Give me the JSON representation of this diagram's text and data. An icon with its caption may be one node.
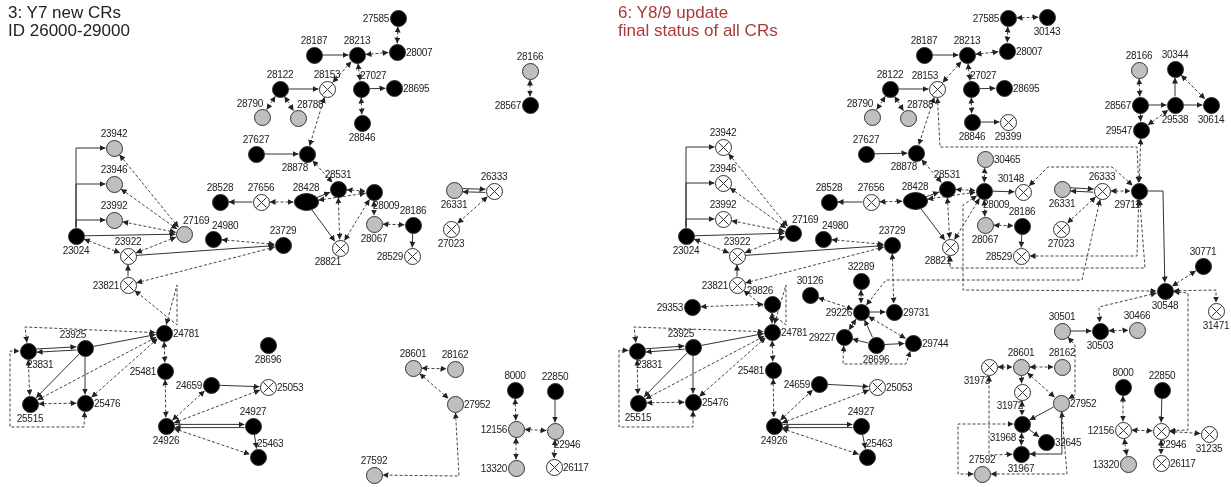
{
  "diagram": {
    "nodes": [
      {
        "text": [
          "27585"
        ]
      },
      {
        "text": [
          "28187"
        ]
      },
      {
        "text": [
          "28213"
        ]
      },
      {
        "text": [
          "28007"
        ]
      },
      {
        "text": [
          "28122"
        ]
      },
      {
        "text": [
          "28153"
        ]
      },
      {
        "text": [
          "27027"
        ]
      },
      {
        "text": [
          "28695"
        ]
      },
      {
        "text": [
          "28790"
        ]
      },
      {
        "text": [
          "28788"
        ]
      },
      {
        "text": [
          "28846"
        ]
      },
      {
        "text": [
          "28166"
        ]
      },
      {
        "text": [
          "28567"
        ]
      },
      {
        "text": [
          "27627"
        ]
      },
      {
        "text": [
          "28878"
        ]
      },
      {
        "text": [
          "23942"
        ]
      },
      {
        "text": [
          "23946"
        ]
      },
      {
        "text": [
          "23992"
        ]
      },
      {
        "text": [
          "28531"
        ]
      },
      {
        "text": [
          "28009"
        ]
      },
      {
        "text": [
          "28428"
        ]
      },
      {
        "text": [
          "27656"
        ]
      },
      {
        "text": [
          "28528"
        ]
      },
      {
        "text": [
          "26333"
        ]
      },
      {
        "text": [
          "26331"
        ]
      },
      {
        "text": [
          "27169"
        ]
      },
      {
        "text": [
          "24980"
        ]
      },
      {
        "text": [
          "23729"
        ]
      },
      {
        "text": [
          "28067"
        ]
      },
      {
        "text": [
          "28186"
        ]
      },
      {
        "text": [
          "23024"
        ]
      },
      {
        "text": [
          "23922"
        ]
      },
      {
        "text": [
          "28821"
        ]
      },
      {
        "text": [
          "28529"
        ]
      },
      {
        "text": [
          "27023"
        ]
      },
      {
        "text": [
          "23821"
        ]
      },
      {
        "text": [
          "24781"
        ]
      },
      {
        "text": [
          "23925"
        ]
      },
      {
        "text": [
          "23831"
        ]
      },
      {
        "text": [
          "25481"
        ]
      },
      {
        "text": [
          "28696"
        ]
      },
      {
        "text": [
          "24659"
        ]
      },
      {
        "text": [
          "25053"
        ]
      },
      {
        "text": [
          "25515"
        ]
      },
      {
        "text": [
          "25476"
        ]
      },
      {
        "text": [
          "24927"
        ]
      },
      {
        "text": [
          "24926"
        ]
      },
      {
        "text": [
          "25463"
        ]
      },
      {
        "text": [
          "28601"
        ]
      },
      {
        "text": [
          "28162"
        ]
      },
      {
        "text": [
          "27952"
        ]
      },
      {
        "text": [
          "8000"
        ]
      },
      {
        "text": [
          "22850"
        ]
      },
      {
        "text": [
          "12156"
        ]
      },
      {
        "text": [
          "22946"
        ]
      },
      {
        "text": [
          "27592"
        ]
      },
      {
        "text": [
          "13320"
        ]
      },
      {
        "text": [
          "26117"
        ]
      },
      {
        "text": [
          "27585"
        ]
      },
      {
        "text": [
          "30143"
        ]
      },
      {
        "text": [
          "28187"
        ]
      },
      {
        "text": [
          "28213"
        ]
      },
      {
        "text": [
          "28007"
        ]
      },
      {
        "text": [
          "28122"
        ]
      },
      {
        "text": [
          "28153"
        ]
      },
      {
        "text": [
          "27027"
        ]
      },
      {
        "text": [
          "28695"
        ]
      },
      {
        "text": [
          "28790"
        ]
      },
      {
        "text": [
          "28788"
        ]
      },
      {
        "text": [
          "28846"
        ]
      },
      {
        "text": [
          "29399"
        ]
      },
      {
        "text": [
          "28166"
        ]
      },
      {
        "text": [
          "30344"
        ]
      },
      {
        "text": [
          "28567"
        ]
      },
      {
        "text": [
          "29538"
        ]
      },
      {
        "text": [
          "30614"
        ]
      },
      {
        "text": [
          "29547"
        ]
      },
      {
        "text": [
          "27627"
        ]
      },
      {
        "text": [
          "28878"
        ]
      },
      {
        "text": [
          "23942"
        ]
      },
      {
        "text": [
          "23946"
        ]
      },
      {
        "text": [
          "23992"
        ]
      },
      {
        "text": [
          "30465"
        ]
      },
      {
        "text": [
          "28531"
        ]
      },
      {
        "text": [
          "28009"
        ]
      },
      {
        "text": [
          "30148"
        ]
      },
      {
        "text": [
          "28428"
        ]
      },
      {
        "text": [
          "27656"
        ]
      },
      {
        "text": [
          "28528"
        ]
      },
      {
        "text": [
          "26331"
        ]
      },
      {
        "text": [
          "26333"
        ]
      },
      {
        "text": [
          "29711"
        ]
      },
      {
        "text": [
          "28186"
        ]
      },
      {
        "text": [
          "28067"
        ]
      },
      {
        "text": [
          "27169"
        ]
      },
      {
        "text": [
          "24980"
        ]
      },
      {
        "text": [
          "23729"
        ]
      },
      {
        "text": [
          "27023"
        ]
      },
      {
        "text": [
          "23024"
        ]
      },
      {
        "text": [
          "23922"
        ]
      },
      {
        "text": [
          "28821"
        ]
      },
      {
        "text": [
          "28529"
        ]
      },
      {
        "text": [
          "30771"
        ]
      },
      {
        "text": [
          "32289"
        ]
      },
      {
        "text": [
          "30126"
        ]
      },
      {
        "text": [
          "23821"
        ]
      },
      {
        "text": [
          "30548"
        ]
      },
      {
        "text": [
          "29353"
        ]
      },
      {
        "text": [
          "29826"
        ]
      },
      {
        "text": [
          "29226"
        ]
      },
      {
        "text": [
          "29731"
        ]
      },
      {
        "text": [
          "31471"
        ]
      },
      {
        "text": [
          "24781"
        ]
      },
      {
        "text": [
          "23925"
        ]
      },
      {
        "text": [
          "23831"
        ]
      },
      {
        "text": [
          "29227"
        ]
      },
      {
        "text": [
          "28696"
        ]
      },
      {
        "text": [
          "29744"
        ]
      },
      {
        "text": [
          "30501"
        ]
      },
      {
        "text": [
          "30503"
        ]
      },
      {
        "text": [
          "30466"
        ]
      },
      {
        "text": [
          "25481"
        ]
      },
      {
        "text": [
          "24659"
        ]
      },
      {
        "text": [
          "25053"
        ]
      },
      {
        "text": [
          "31973"
        ]
      },
      {
        "text": [
          "28601"
        ]
      },
      {
        "text": [
          "28162"
        ]
      },
      {
        "text": [
          "31972"
        ]
      },
      {
        "text": [
          "27952"
        ]
      },
      {
        "text": [
          "25515"
        ]
      },
      {
        "text": [
          "25476"
        ]
      },
      {
        "text": [
          "8000"
        ]
      },
      {
        "text": [
          "22850"
        ]
      },
      {
        "text": [
          "31968"
        ]
      },
      {
        "text": [
          "32645"
        ]
      },
      {
        "text": [
          "12156"
        ]
      },
      {
        "text": [
          "22946"
        ]
      },
      {
        "text": [
          "31235"
        ]
      },
      {
        "text": [
          "24927"
        ]
      },
      {
        "text": [
          "24926"
        ]
      },
      {
        "text": [
          "25463"
        ]
      },
      {
        "text": [
          "31967"
        ]
      },
      {
        "text": [
          "27592"
        ]
      },
      {
        "text": [
          "13320"
        ]
      },
      {
        "text": [
          "26117"
        ]
      }
    ],
    "edges": [
      {
        "from": 0,
        "to": 3,
        "arrow": "both",
        "style": "dashed"
      },
      {
        "from": 1,
        "to": 2,
        "arrow": "to"
      },
      {
        "from": 2,
        "to": 3,
        "arrow": "both",
        "style": "dashed"
      },
      {
        "from": 4,
        "to": 5,
        "arrow": "to"
      },
      {
        "from": 5,
        "to": 2,
        "arrow": "both",
        "style": "dashed"
      },
      {
        "from": 2,
        "to": 6,
        "arrow": "both",
        "style": "dashed"
      },
      {
        "from": 6,
        "to": 7,
        "arrow": "to"
      },
      {
        "from": 6,
        "to": 10,
        "arrow": "both",
        "style": "dashed"
      },
      {
        "from": 4,
        "to": 8,
        "arrow": "both",
        "style": "dashed"
      },
      {
        "from": 4,
        "to": 9,
        "arrow": "both",
        "style": "dashed"
      },
      {
        "from": 11,
        "to": 12,
        "arrow": "both",
        "style": "dashed"
      },
      {
        "from": 5,
        "to": 14,
        "arrow": "both",
        "style": "dashed"
      },
      {
        "from": 13,
        "to": 14,
        "arrow": "to"
      },
      {
        "from": 14,
        "to": 18,
        "arrow": "both",
        "style": "dashed"
      },
      {
        "from": 20,
        "to": 18,
        "arrow": "to"
      },
      {
        "from": 18,
        "to": 19,
        "arrow": "both",
        "style": "dashed"
      },
      {
        "from": 20,
        "to": 19,
        "arrow": "both",
        "style": "dashed"
      },
      {
        "from": 20,
        "to": 32,
        "arrow": "to"
      },
      {
        "from": 18,
        "to": 32,
        "arrow": "both",
        "style": "dashed"
      },
      {
        "from": 19,
        "to": 32,
        "arrow": "both",
        "style": "dashed"
      },
      {
        "from": 19,
        "to": 28,
        "arrow": "both",
        "style": "dashed"
      },
      {
        "from": 28,
        "to": 29,
        "arrow": "both",
        "style": "dashed"
      },
      {
        "from": 29,
        "to": 33,
        "arrow": "to"
      },
      {
        "from": 20,
        "to": 21,
        "arrow": "both",
        "style": "dashed"
      },
      {
        "from": 21,
        "to": 22,
        "arrow": "to"
      },
      {
        "from": 24,
        "to": 23,
        "arrow": "both"
      },
      {
        "from": 23,
        "to": 34,
        "arrow": "both",
        "style": "dashed"
      },
      {
        "from": 30,
        "to": 15,
        "arrow": "to"
      },
      {
        "from": 30,
        "to": 16,
        "arrow": "to"
      },
      {
        "from": 30,
        "to": 17,
        "arrow": "to"
      },
      {
        "from": 30,
        "to": 25,
        "arrow": "to"
      },
      {
        "from": 25,
        "to": 15,
        "arrow": "both",
        "style": "dashed"
      },
      {
        "from": 25,
        "to": 16,
        "arrow": "both",
        "style": "dashed"
      },
      {
        "from": 25,
        "to": 17,
        "arrow": "both",
        "style": "dashed"
      },
      {
        "from": 30,
        "to": 31,
        "arrow": "both",
        "style": "dashed"
      },
      {
        "from": 31,
        "to": 25,
        "arrow": "both",
        "style": "dashed"
      },
      {
        "from": 26,
        "to": 27,
        "arrow": "both",
        "style": "dashed"
      },
      {
        "from": 31,
        "to": 27,
        "arrow": "to"
      },
      {
        "from": 35,
        "to": 27,
        "arrow": "both",
        "style": "dashed"
      },
      {
        "from": 35,
        "to": 31,
        "arrow": "to"
      },
      {
        "from": 36,
        "to": 35,
        "arrow": "both",
        "style": "dashed"
      },
      {
        "from": 38,
        "to": 36,
        "arrow": "both",
        "style": "dashed"
      },
      {
        "from": 38,
        "to": 37,
        "arrow": "both"
      },
      {
        "from": 37,
        "to": 36,
        "arrow": "to"
      },
      {
        "from": 37,
        "to": 43,
        "arrow": "to"
      },
      {
        "from": 37,
        "to": 44,
        "arrow": "to"
      },
      {
        "from": 43,
        "to": 36,
        "arrow": "both",
        "style": "dashed"
      },
      {
        "from": 44,
        "to": 36,
        "arrow": "both",
        "style": "dashed"
      },
      {
        "from": 38,
        "to": 43,
        "arrow": "both",
        "style": "dashed"
      },
      {
        "from": 43,
        "to": 44,
        "arrow": "both",
        "style": "dashed"
      },
      {
        "from": 44,
        "to": 38,
        "arrow": "both",
        "style": "dashed"
      },
      {
        "from": 36,
        "to": 39,
        "arrow": "both",
        "style": "dashed"
      },
      {
        "from": 39,
        "to": 46,
        "arrow": "both",
        "style": "dashed"
      },
      {
        "from": 46,
        "to": 41,
        "arrow": "both",
        "style": "dashed"
      },
      {
        "from": 41,
        "to": 42,
        "arrow": "to"
      },
      {
        "from": 46,
        "to": 42,
        "arrow": "both",
        "style": "dashed"
      },
      {
        "from": 46,
        "to": 45,
        "arrow": "both"
      },
      {
        "from": 45,
        "to": 47,
        "arrow": "to"
      },
      {
        "from": 46,
        "to": 47,
        "arrow": "both",
        "style": "dashed"
      },
      {
        "from": 48,
        "to": 49,
        "arrow": "both",
        "style": "dashed"
      },
      {
        "from": 48,
        "to": 50,
        "arrow": "both",
        "style": "dashed"
      },
      {
        "from": 50,
        "to": 55,
        "arrow": "both",
        "style": "dashed"
      },
      {
        "from": 51,
        "to": 53,
        "arrow": "both",
        "style": "dashed"
      },
      {
        "from": 52,
        "to": 54,
        "arrow": "to"
      },
      {
        "from": 53,
        "to": 54,
        "arrow": "both",
        "style": "dashed"
      },
      {
        "from": 53,
        "to": 56,
        "arrow": "both",
        "style": "dashed"
      },
      {
        "from": 54,
        "to": 57,
        "arrow": "both",
        "style": "dashed"
      },
      {
        "from": 58,
        "to": 62,
        "arrow": "both",
        "style": "dashed"
      },
      {
        "from": 60,
        "to": 61,
        "arrow": "to"
      },
      {
        "from": 61,
        "to": 62,
        "arrow": "both",
        "style": "dashed"
      },
      {
        "from": 63,
        "to": 64,
        "arrow": "to"
      },
      {
        "from": 64,
        "to": 61,
        "arrow": "both",
        "style": "dashed"
      },
      {
        "from": 61,
        "to": 65,
        "arrow": "both",
        "style": "dashed"
      },
      {
        "from": 65,
        "to": 66,
        "arrow": "to"
      },
      {
        "from": 65,
        "to": 69,
        "arrow": "both",
        "style": "dashed"
      },
      {
        "from": 63,
        "to": 67,
        "arrow": "both",
        "style": "dashed"
      },
      {
        "from": 63,
        "to": 68,
        "arrow": "both",
        "style": "dashed"
      },
      {
        "from": 71,
        "to": 73,
        "arrow": "both",
        "style": "dashed"
      },
      {
        "from": 64,
        "to": 78,
        "arrow": "both",
        "style": "dashed"
      },
      {
        "from": 77,
        "to": 78,
        "arrow": "to"
      },
      {
        "from": 78,
        "to": 83,
        "arrow": "both",
        "style": "dashed"
      },
      {
        "from": 86,
        "to": 83,
        "arrow": "to"
      },
      {
        "from": 83,
        "to": 84,
        "arrow": "both",
        "style": "dashed"
      },
      {
        "from": 86,
        "to": 84,
        "arrow": "both",
        "style": "dashed"
      },
      {
        "from": 86,
        "to": 100,
        "arrow": "to"
      },
      {
        "from": 83,
        "to": 100,
        "arrow": "both",
        "style": "dashed"
      },
      {
        "from": 84,
        "to": 100,
        "arrow": "both",
        "style": "dashed"
      },
      {
        "from": 84,
        "to": 93,
        "arrow": "both",
        "style": "dashed"
      },
      {
        "from": 93,
        "to": 92,
        "arrow": "both",
        "style": "dashed"
      },
      {
        "from": 92,
        "to": 101,
        "arrow": "to"
      },
      {
        "from": 86,
        "to": 87,
        "arrow": "both",
        "style": "dashed"
      },
      {
        "from": 87,
        "to": 88,
        "arrow": "to"
      },
      {
        "from": 89,
        "to": 90,
        "arrow": "both"
      },
      {
        "from": 90,
        "to": 97,
        "arrow": "both",
        "style": "dashed"
      },
      {
        "from": 98,
        "to": 79,
        "arrow": "to"
      },
      {
        "from": 98,
        "to": 80,
        "arrow": "to"
      },
      {
        "from": 98,
        "to": 81,
        "arrow": "to"
      },
      {
        "from": 98,
        "to": 94,
        "arrow": "to"
      },
      {
        "from": 94,
        "to": 79,
        "arrow": "both",
        "style": "dashed"
      },
      {
        "from": 94,
        "to": 80,
        "arrow": "both",
        "style": "dashed"
      },
      {
        "from": 94,
        "to": 81,
        "arrow": "both",
        "style": "dashed"
      },
      {
        "from": 98,
        "to": 99,
        "arrow": "both",
        "style": "dashed"
      },
      {
        "from": 99,
        "to": 94,
        "arrow": "both",
        "style": "dashed"
      },
      {
        "from": 95,
        "to": 96,
        "arrow": "both",
        "style": "dashed"
      },
      {
        "from": 99,
        "to": 96,
        "arrow": "to"
      },
      {
        "from": 105,
        "to": 96,
        "arrow": "both",
        "style": "dashed"
      },
      {
        "from": 105,
        "to": 99,
        "arrow": "to"
      },
      {
        "from": 112,
        "to": 105,
        "arrow": "both",
        "style": "dashed"
      },
      {
        "from": 114,
        "to": 112,
        "arrow": "both",
        "style": "dashed"
      },
      {
        "from": 114,
        "to": 113,
        "arrow": "both"
      },
      {
        "from": 113,
        "to": 112,
        "arrow": "to"
      },
      {
        "from": 113,
        "to": 129,
        "arrow": "to"
      },
      {
        "from": 113,
        "to": 130,
        "arrow": "to"
      },
      {
        "from": 129,
        "to": 112,
        "arrow": "both",
        "style": "dashed"
      },
      {
        "from": 130,
        "to": 112,
        "arrow": "both",
        "style": "dashed"
      },
      {
        "from": 114,
        "to": 129,
        "arrow": "both",
        "style": "dashed"
      },
      {
        "from": 129,
        "to": 130,
        "arrow": "both",
        "style": "dashed"
      },
      {
        "from": 130,
        "to": 114,
        "arrow": "both",
        "style": "dashed"
      },
      {
        "from": 112,
        "to": 121,
        "arrow": "both",
        "style": "dashed"
      },
      {
        "from": 121,
        "to": 139,
        "arrow": "both",
        "style": "dashed"
      },
      {
        "from": 139,
        "to": 122,
        "arrow": "both",
        "style": "dashed"
      },
      {
        "from": 122,
        "to": 123,
        "arrow": "to"
      },
      {
        "from": 139,
        "to": 123,
        "arrow": "both",
        "style": "dashed"
      },
      {
        "from": 139,
        "to": 138,
        "arrow": "both"
      },
      {
        "from": 138,
        "to": 140,
        "arrow": "to"
      },
      {
        "from": 139,
        "to": 140,
        "arrow": "both",
        "style": "dashed"
      },
      {
        "from": 125,
        "to": 126,
        "arrow": "both",
        "style": "dashed"
      },
      {
        "from": 125,
        "to": 128,
        "arrow": "both",
        "style": "dashed"
      },
      {
        "from": 128,
        "to": 142,
        "arrow": "both",
        "style": "dashed"
      },
      {
        "from": 131,
        "to": 135,
        "arrow": "both",
        "style": "dashed"
      },
      {
        "from": 132,
        "to": 136,
        "arrow": "to"
      },
      {
        "from": 135,
        "to": 136,
        "arrow": "both",
        "style": "dashed"
      },
      {
        "from": 135,
        "to": 143,
        "arrow": "both",
        "style": "dashed"
      },
      {
        "from": 136,
        "to": 144,
        "arrow": "both",
        "style": "dashed"
      },
      {
        "from": 58,
        "to": 59,
        "arrow": "both",
        "style": "dashed"
      },
      {
        "from": 69,
        "to": 70,
        "arrow": "to"
      },
      {
        "from": 73,
        "to": 74,
        "arrow": "to"
      },
      {
        "from": 74,
        "to": 72,
        "arrow": "to"
      },
      {
        "from": 72,
        "to": 75,
        "arrow": "both",
        "style": "dashed"
      },
      {
        "from": 74,
        "to": 75,
        "arrow": "to"
      },
      {
        "from": 73,
        "to": 76,
        "arrow": "to"
      },
      {
        "from": 76,
        "to": 74,
        "arrow": "both",
        "style": "dashed"
      },
      {
        "from": 76,
        "to": 91,
        "arrow": "both",
        "style": "dashed"
      },
      {
        "from": 64,
        "to": 91,
        "arrow": "both",
        "style": "dashed"
      },
      {
        "from": 84,
        "to": 85,
        "arrow": "to"
      },
      {
        "from": 85,
        "to": 91,
        "arrow": "both",
        "style": "dashed"
      },
      {
        "from": 84,
        "to": 82,
        "arrow": "both",
        "style": "dashed"
      },
      {
        "from": 90,
        "to": 91,
        "arrow": "both",
        "style": "dashed"
      },
      {
        "from": 91,
        "to": 106,
        "arrow": "to"
      },
      {
        "from": 102,
        "to": 106,
        "arrow": "both",
        "style": "dashed"
      },
      {
        "from": 106,
        "to": 111,
        "arrow": "both",
        "style": "dashed"
      },
      {
        "from": 106,
        "to": 119,
        "arrow": "both",
        "style": "dashed"
      },
      {
        "from": 106,
        "to": 136,
        "arrow": "both",
        "style": "dashed"
      },
      {
        "from": 91,
        "to": 101,
        "arrow": "both",
        "style": "dashed"
      },
      {
        "from": 91,
        "to": 100,
        "arrow": "both",
        "style": "dashed"
      },
      {
        "from": 90,
        "to": 109,
        "arrow": "both",
        "style": "dashed"
      },
      {
        "from": 84,
        "to": 106,
        "arrow": "both",
        "style": "dashed"
      },
      {
        "from": 96,
        "to": 110,
        "arrow": "both",
        "style": "dashed"
      },
      {
        "from": 103,
        "to": 109,
        "arrow": "both",
        "style": "dashed"
      },
      {
        "from": 104,
        "to": 109,
        "arrow": "both",
        "style": "dashed"
      },
      {
        "from": 109,
        "to": 110,
        "arrow": "to"
      },
      {
        "from": 109,
        "to": 115,
        "arrow": "both",
        "style": "dashed"
      },
      {
        "from": 116,
        "to": 109,
        "arrow": "to"
      },
      {
        "from": 116,
        "to": 115,
        "arrow": "to"
      },
      {
        "from": 116,
        "to": 117,
        "arrow": "to"
      },
      {
        "from": 109,
        "to": 117,
        "arrow": "both",
        "style": "dashed"
      },
      {
        "from": 115,
        "to": 117,
        "arrow": "both",
        "style": "dashed"
      },
      {
        "from": 107,
        "to": 108,
        "arrow": "both",
        "style": "dashed"
      },
      {
        "from": 108,
        "to": 112,
        "arrow": "both",
        "style": "dashed"
      },
      {
        "from": 124,
        "to": 125,
        "arrow": "both",
        "style": "dashed"
      },
      {
        "from": 125,
        "to": 127,
        "arrow": "to"
      },
      {
        "from": 127,
        "to": 133,
        "arrow": "both",
        "style": "dashed"
      },
      {
        "from": 128,
        "to": 133,
        "arrow": "to"
      },
      {
        "from": 133,
        "to": 134,
        "arrow": "to"
      },
      {
        "from": 133,
        "to": 141,
        "arrow": "both",
        "style": "dashed"
      },
      {
        "from": 128,
        "to": 141,
        "arrow": "to"
      },
      {
        "from": 124,
        "to": 141,
        "arrow": "both",
        "style": "dashed"
      },
      {
        "from": 142,
        "to": 133,
        "arrow": "both",
        "style": "dashed"
      },
      {
        "from": 118,
        "to": 119,
        "arrow": "to"
      },
      {
        "from": 119,
        "to": 120,
        "arrow": "both",
        "style": "dashed"
      },
      {
        "from": 118,
        "to": 128,
        "arrow": "both",
        "style": "dashed"
      },
      {
        "from": 136,
        "to": 137,
        "arrow": "both",
        "style": "dashed"
      }
    ],
    "labels": [
      "3: Y7 new CRs",
      "ID 26000-29000",
      "6: Y8/9 update",
      "final status of all CRs"
    ]
  }
}
